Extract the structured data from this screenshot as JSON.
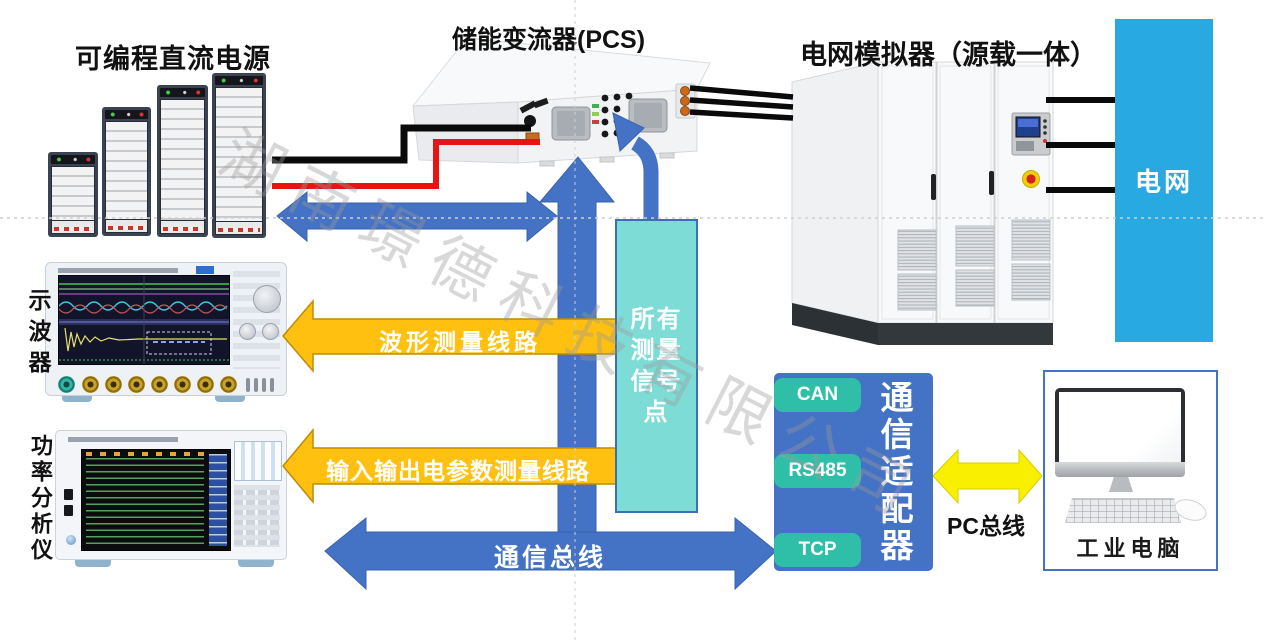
{
  "titles": {
    "dc_source": "可编程直流电源",
    "pcs": "储能变流器(PCS)",
    "grid_simulator": "电网模拟器（源载一体）"
  },
  "labels": {
    "oscilloscope": "示波器",
    "power_analyzer": "功率分析仪",
    "grid": "电网",
    "industrial_pc": "工业电脑",
    "pc_bus": "PC总线",
    "comm_adapter": "通信适配器"
  },
  "signal_box": {
    "lines": [
      "所有",
      "测量",
      "信号",
      "点"
    ]
  },
  "adapter_ports": [
    "CAN",
    "RS485",
    "TCP"
  ],
  "arrow_labels": {
    "waveform": "波形测量线路",
    "io_params": "输入输出电参数测量线路",
    "comm_bus": "通信总线"
  },
  "watermark": "湖南璟德科技有限公司",
  "colors": {
    "arrow_blue": "#4472C4",
    "arrow_orange": "#FFC010",
    "arrow_yellow": "#F8F000",
    "signal_box_fill": "#7EDCD6",
    "adapter_fill": "#4472C4",
    "port_fill": "#2FBFA8",
    "grid_fill": "#29A9E1"
  }
}
